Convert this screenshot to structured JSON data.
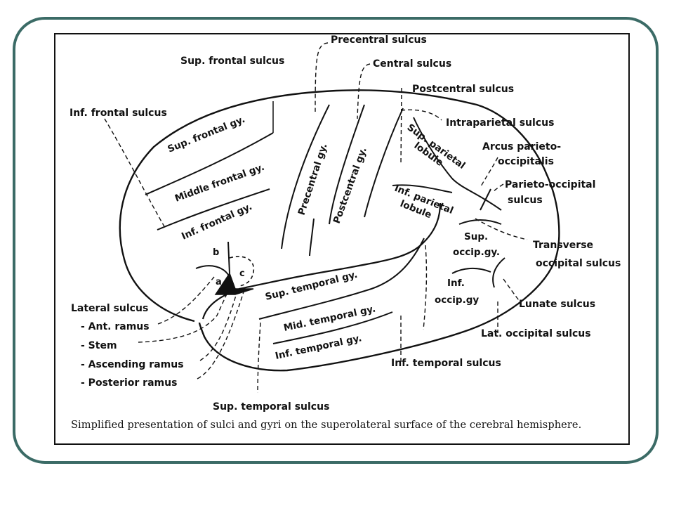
{
  "diagram": {
    "caption": "Simplified presentation of sulci and gyri on the superolateral surface of the cerebral hemisphere.",
    "sulci": {
      "precentral": "Precentral sulcus",
      "sup_frontal": "Sup. frontal sulcus",
      "central": "Central sulcus",
      "postcentral": "Postcentral sulcus",
      "inf_frontal": "Inf. frontal sulcus",
      "intraparietal": "Intraparietal sulcus",
      "arcus_1": "Arcus parieto-",
      "arcus_2": "occipitalis",
      "parieto_occ_1": "Parieto-occipital",
      "parieto_occ_2": "sulcus",
      "transverse_occ_1": "Transverse",
      "transverse_occ_2": "occipital sulcus",
      "lunate": "Lunate sulcus",
      "lat_occipital": "Lat. occipital sulcus",
      "inf_temporal": "Inf. temporal sulcus",
      "sup_temporal": "Sup. temporal sulcus"
    },
    "lateral_sulcus": {
      "title": "Lateral sulcus",
      "ant_ramus": "- Ant. ramus",
      "stem": "- Stem",
      "ascending_ramus": "- Ascending ramus",
      "posterior_ramus": "- Posterior ramus"
    },
    "gyri": {
      "sup_frontal": "Sup. frontal gy.",
      "middle_frontal": "Middle frontal gy.",
      "inf_frontal": "Inf. frontal gy.",
      "precentral": "Precentral gy.",
      "postcentral": "Postcentral gy.",
      "sup_parietal_1": "Sup. parietal",
      "sup_parietal_2": "lobule",
      "inf_parietal_1": "Inf. parietal",
      "inf_parietal_2": "lobule",
      "sup_occip_1": "Sup.",
      "sup_occip_2": "occip.gy.",
      "inf_occip_1": "Inf.",
      "inf_occip_2": "occip.gy",
      "sup_temporal": "Sup. temporal gy.",
      "mid_temporal": "Mid. temporal gy.",
      "inf_temporal": "Inf. temporal gy."
    },
    "markers": {
      "a": "a",
      "b": "b",
      "c": "c"
    }
  }
}
